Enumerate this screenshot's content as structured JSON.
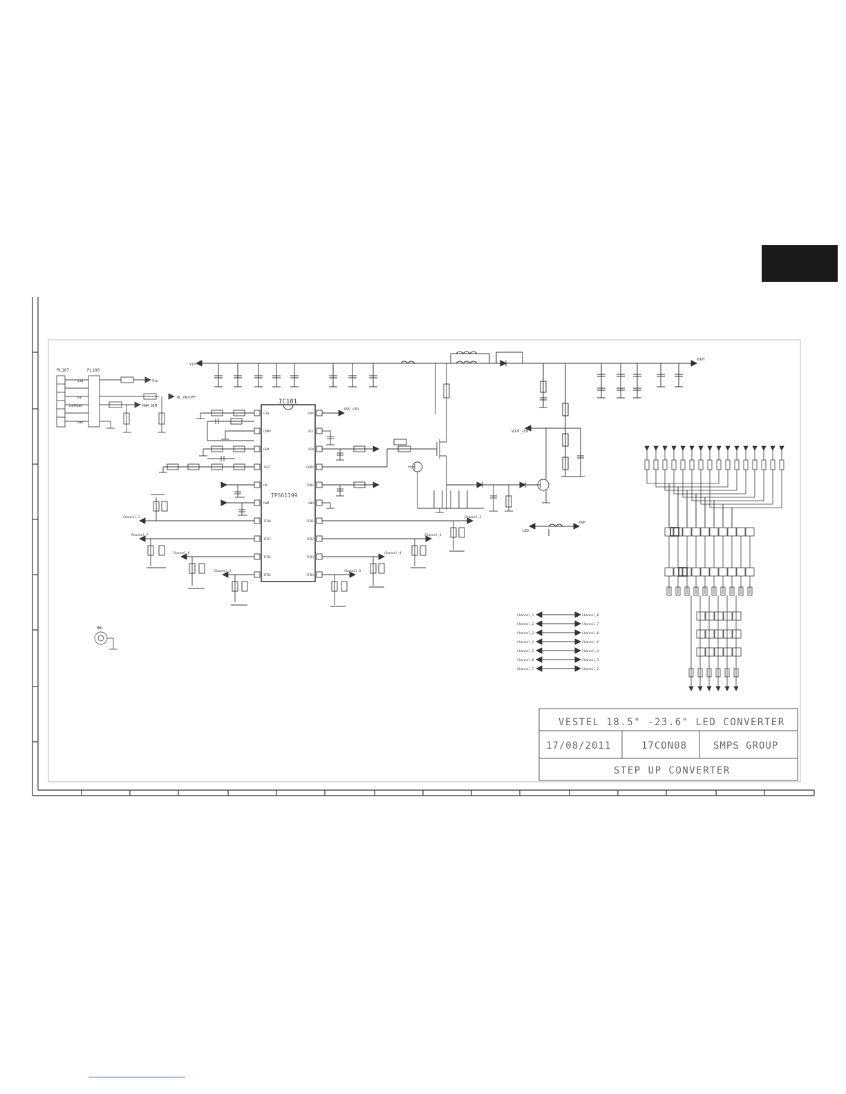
{
  "ic": {
    "ref": "IC101",
    "part": "TPS61199"
  },
  "ic_pins_left": [
    "FSW",
    "COMP",
    "PGM",
    "ISET",
    "EN",
    "PWM",
    "IFB8",
    "IFB7",
    "IFB6",
    "IFB5"
  ],
  "ic_pins_right": [
    "OVP",
    "VCC",
    "VIN",
    "GDRV",
    "ISNS",
    "GND",
    "IFB1",
    "IFB2",
    "IFB3",
    "IFB4"
  ],
  "connector": {
    "ref": "PL107",
    "filter": "PL100",
    "pins": [
      "VIN",
      "",
      "EN",
      "DIMMING",
      "",
      "GND"
    ]
  },
  "nets": {
    "vin": "Vin",
    "vout": "VOUT",
    "vout_led": "VOUT_LED",
    "bl_onoff": "BL_ON/OFF",
    "pwm_dim": "PWM_DIM",
    "led_minus": "LED-",
    "ovp": "OVP",
    "ovp_led": "OVP_LED"
  },
  "channels_left": [
    "Channel_1",
    "Channel_2",
    "Channel_3",
    "Channel_4",
    "Channel_5",
    "Channel_6",
    "Channel_7"
  ],
  "channels_right": [
    "Channel_8",
    "Channel_7",
    "Channel_6",
    "Channel_5",
    "Channel_4",
    "Channel_3",
    "Channel_2"
  ],
  "misc": {
    "mounting_hole": "MH1"
  },
  "title_block": {
    "title": "VESTEL 18.5\" -23.6\" LED CONVERTER",
    "date": "17/08/2011",
    "code": "17CON08",
    "group": "SMPS GROUP",
    "sheet_title": "STEP UP CONVERTER"
  }
}
